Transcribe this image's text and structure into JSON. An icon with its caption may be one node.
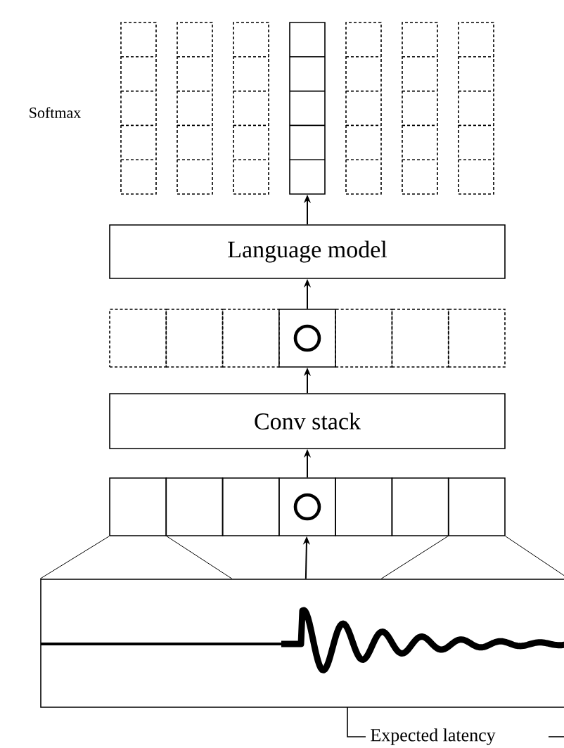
{
  "diagram": {
    "nodes": [
      {
        "text": [],
        "shape": "box"
      },
      {
        "text": [],
        "shape": "box"
      },
      {
        "text": [],
        "shape": "box"
      },
      {
        "text": [],
        "shape": "box"
      },
      {
        "text": [],
        "shape": "box"
      },
      {
        "text": [],
        "shape": "box"
      },
      {
        "text": [],
        "shape": "box"
      },
      {
        "text": [
          "Language model"
        ]
      },
      {
        "text": [],
        "shape": "box"
      },
      {
        "text": [],
        "shape": "box"
      },
      {
        "text": [],
        "shape": "box"
      },
      {
        "text": [],
        "shape": "box"
      },
      {
        "text": [],
        "shape": "box"
      },
      {
        "text": [],
        "shape": "box"
      },
      {
        "text": [],
        "shape": "box"
      },
      {
        "text": [
          "Conv stack"
        ]
      },
      {
        "text": [],
        "shape": "box"
      },
      {
        "text": [],
        "shape": "box"
      },
      {
        "text": [],
        "shape": "box"
      },
      {
        "text": [],
        "shape": "box"
      },
      {
        "text": [],
        "shape": "box"
      },
      {
        "text": [],
        "shape": "box"
      },
      {
        "text": [],
        "shape": "box"
      },
      {
        "text": [],
        "shape": "picture"
      }
    ],
    "edges": [
      {
        "from": 7,
        "to": 3,
        "arrow": "to"
      },
      {
        "from": 11,
        "to": 7,
        "arrow": "to"
      },
      {
        "from": 15,
        "to": 11,
        "arrow": "to"
      },
      {
        "from": 19,
        "to": 15,
        "arrow": "to"
      },
      {
        "from": 23,
        "to": 19,
        "arrow": "to"
      },
      {
        "from": 16,
        "to": 23,
        "arrow": "none"
      },
      {
        "from": 16,
        "to": 23,
        "arrow": "none"
      },
      {
        "from": 22,
        "to": 23,
        "arrow": "none"
      },
      {
        "from": 22,
        "to": 23,
        "arrow": "none"
      }
    ],
    "labels": [
      "Softmax",
      "Expected latency"
    ]
  }
}
